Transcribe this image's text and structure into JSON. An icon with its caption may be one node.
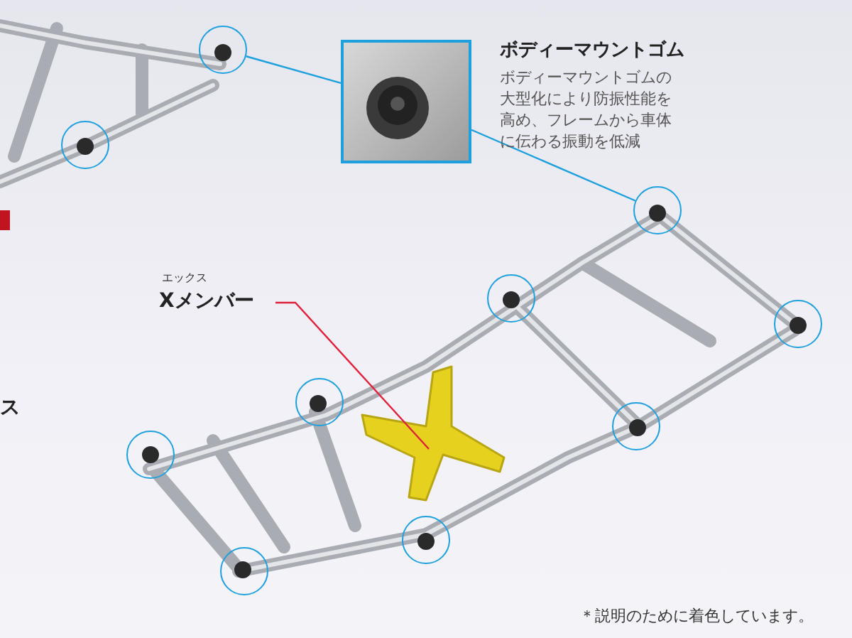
{
  "diagram": {
    "nodes": [
      {
        "text": [],
        "shape": "picture",
        "beside": [
          "ボディーマウントゴム",
          "ボディーマウントゴムの大型化により防振性能を高め、フレームから車体に伝わる振動を低減"
        ]
      },
      {
        "text": [],
        "shape": "circle"
      },
      {
        "text": [],
        "shape": "circle"
      },
      {
        "text": [],
        "shape": "circle"
      },
      {
        "text": [],
        "shape": "circle"
      },
      {
        "text": [],
        "shape": "circle"
      },
      {
        "text": [],
        "shape": "circle"
      },
      {
        "text": [],
        "shape": "circle"
      },
      {
        "text": [],
        "shape": "circle"
      },
      {
        "text": [],
        "shape": "circle"
      },
      {
        "text": [],
        "shape": "circle"
      },
      {
        "text": [
          "Xメンバー"
        ],
        "beside": [
          "エックス"
        ]
      }
    ],
    "edges": [
      {
        "from": 0,
        "to": 1,
        "arrow": "none"
      },
      {
        "from": 0,
        "to": 3,
        "arrow": "none"
      },
      {
        "from": 11,
        "to": null,
        "arrow": "none",
        "color": "#e0203a"
      }
    ],
    "labels": [
      "ス",
      "＊説明のために着色しています。"
    ]
  }
}
